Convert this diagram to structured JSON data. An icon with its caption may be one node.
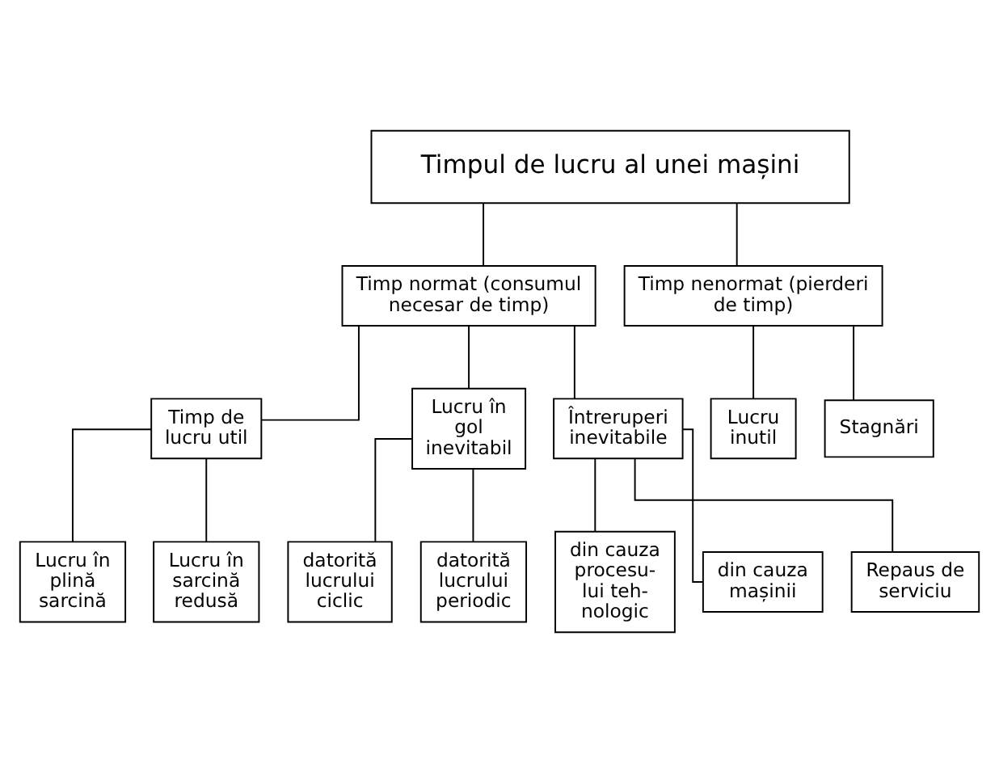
{
  "diagram": {
    "nodes": [
      {
        "text": [
          "Timpul de lucru al unei mașini"
        ]
      },
      {
        "text": [
          "Timp normat (consumul necesar de timp)"
        ]
      },
      {
        "text": [
          "Timp nenormat (pierderi de timp)"
        ]
      },
      {
        "text": [
          "Timp de lucru util"
        ]
      },
      {
        "text": [
          "Lucru în gol inevitabil"
        ]
      },
      {
        "text": [
          "Întreruperi inevitabile"
        ]
      },
      {
        "text": [
          "Lucru inutil"
        ]
      },
      {
        "text": [
          "Stagnări"
        ]
      },
      {
        "text": [
          "Lucru în plină sarcină"
        ]
      },
      {
        "text": [
          "Lucru în sarcină redusă"
        ]
      },
      {
        "text": [
          "datorită lucrului ciclic"
        ]
      },
      {
        "text": [
          "datorită lucrului periodic"
        ]
      },
      {
        "text": [
          "din cauza procesu- lui teh- nologic"
        ]
      },
      {
        "text": [
          "din cauza mașinii"
        ]
      },
      {
        "text": [
          "Repaus de serviciu"
        ]
      }
    ],
    "edges": [
      {
        "from": 0,
        "to": 1,
        "arrow": "none"
      },
      {
        "from": 0,
        "to": 2,
        "arrow": "none"
      },
      {
        "from": 1,
        "to": 3,
        "arrow": "none"
      },
      {
        "from": 1,
        "to": 4,
        "arrow": "none"
      },
      {
        "from": 1,
        "to": 5,
        "arrow": "none"
      },
      {
        "from": 2,
        "to": 6,
        "arrow": "none"
      },
      {
        "from": 2,
        "to": 7,
        "arrow": "none"
      },
      {
        "from": 3,
        "to": 8,
        "arrow": "none"
      },
      {
        "from": 3,
        "to": 9,
        "arrow": "none"
      },
      {
        "from": 4,
        "to": 10,
        "arrow": "none"
      },
      {
        "from": 4,
        "to": 11,
        "arrow": "none"
      },
      {
        "from": 5,
        "to": 12,
        "arrow": "none"
      },
      {
        "from": 5,
        "to": 13,
        "arrow": "none"
      },
      {
        "from": 5,
        "to": 14,
        "arrow": "none"
      }
    ]
  }
}
